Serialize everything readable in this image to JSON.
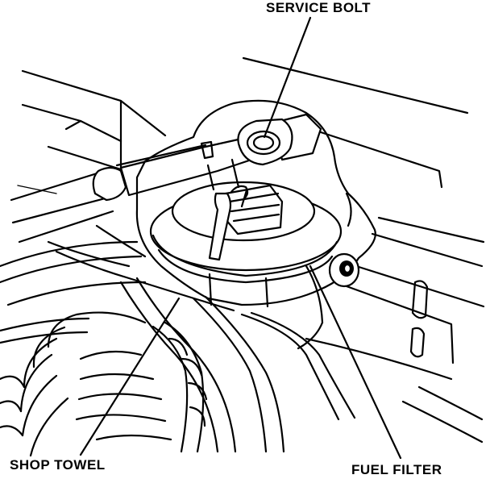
{
  "labels": {
    "service_bolt": "SERVICE BOLT",
    "shop_towel": "SHOP TOWEL",
    "fuel_filter": "FUEL FILTER"
  },
  "colors": {
    "ink": "#000000",
    "paper": "#ffffff"
  }
}
